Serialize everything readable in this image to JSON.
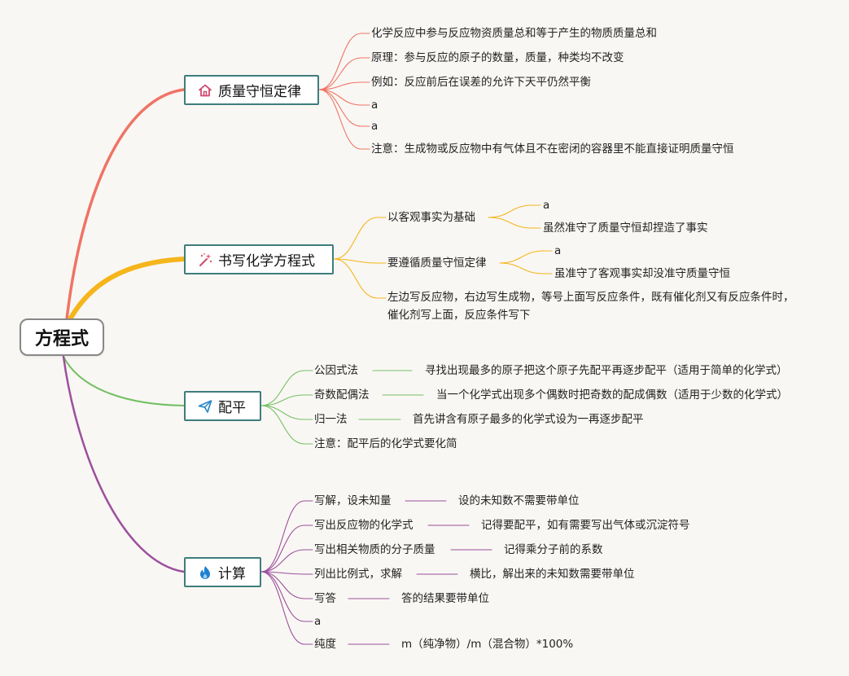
{
  "root": {
    "label": "方程式"
  },
  "branches": [
    {
      "label": "质量守恒定律",
      "icon": "house-icon",
      "color": "#ef7466",
      "items": [
        "化学反应中参与反应物资质量总和等于产生的物质质量总和",
        "原理：参与反应的原子的数量，质量，种类均不改变",
        "例如：反应前后在误差的允许下天平仍然平衡",
        "a",
        "a",
        "注意：生成物或反应物中有气体且不在密闭的容器里不能直接证明质量守恒"
      ]
    },
    {
      "label": "书写化学方程式",
      "icon": "magic-wand-icon",
      "color": "#f5b51b",
      "items": [
        {
          "label": "以客观事实为基础",
          "children": [
            "a",
            "虽然准守了质量守恒却捏造了事实"
          ]
        },
        {
          "label": "要遵循质量守恒定律",
          "children": [
            "a",
            "虽准守了客观事实却没准守质量守恒"
          ]
        },
        {
          "label": "左边写反应物，右边写生成物，等号上面写反应条件，既有催化剂又有反应条件时，催化剂写上面，反应条件写下"
        }
      ]
    },
    {
      "label": "配平",
      "icon": "paper-plane-icon",
      "color": "#74c064",
      "items": [
        {
          "label": "公因式法",
          "detail": "寻找出现最多的原子把这个原子先配平再逐步配平（适用于简单的化学式）"
        },
        {
          "label": "奇数配偶法",
          "detail": "当一个化学式出现多个偶数时把奇数的配成偶数（适用于少数的化学式）"
        },
        {
          "label": "归一法",
          "detail": "首先讲含有原子最多的化学式设为一再逐步配平"
        },
        {
          "label": "注意：配平后的化学式要化简"
        }
      ]
    },
    {
      "label": "计算",
      "icon": "fire-icon",
      "color": "#9c4f9e",
      "items": [
        {
          "label": "写解，设未知量",
          "detail": "设的未知数不需要带单位"
        },
        {
          "label": "写出反应物的化学式",
          "detail": "记得要配平，如有需要写出气体或沉淀符号"
        },
        {
          "label": "写出相关物质的分子质量",
          "detail": "记得乘分子前的系数"
        },
        {
          "label": "列出比例式，求解",
          "detail": "横比，解出来的未知数需要带单位"
        },
        {
          "label": "写答",
          "detail": "答的结果要带单位"
        },
        {
          "label": "a"
        },
        {
          "label": "纯度",
          "detail": "m（纯净物）/m（混合物）*100%"
        }
      ]
    }
  ]
}
